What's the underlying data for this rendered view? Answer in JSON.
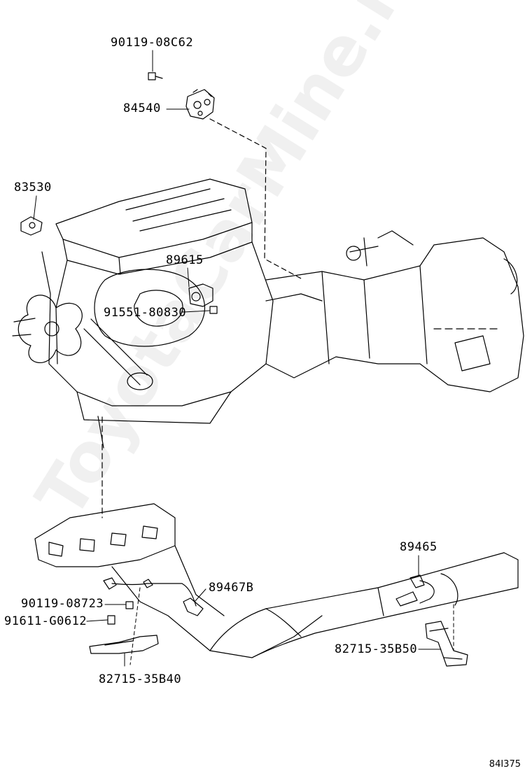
{
  "labels": {
    "p90119_08c62": "90119-08C62",
    "p84540": "84540",
    "p83530": "83530",
    "p89615": "89615",
    "p91551_80830": "91551-80830",
    "p89465": "89465",
    "p89467b": "89467B",
    "p90119_08723": "90119-08723",
    "p91611_g0612": "91611-G0612",
    "p82715_35b50": "82715-35B50",
    "p82715_35b40": "82715-35B40"
  },
  "watermark": "ToyotaCarMine.ru",
  "diagram_code": "84I375",
  "colors": {
    "line": "#000000",
    "watermark": "#e8e8e8"
  }
}
